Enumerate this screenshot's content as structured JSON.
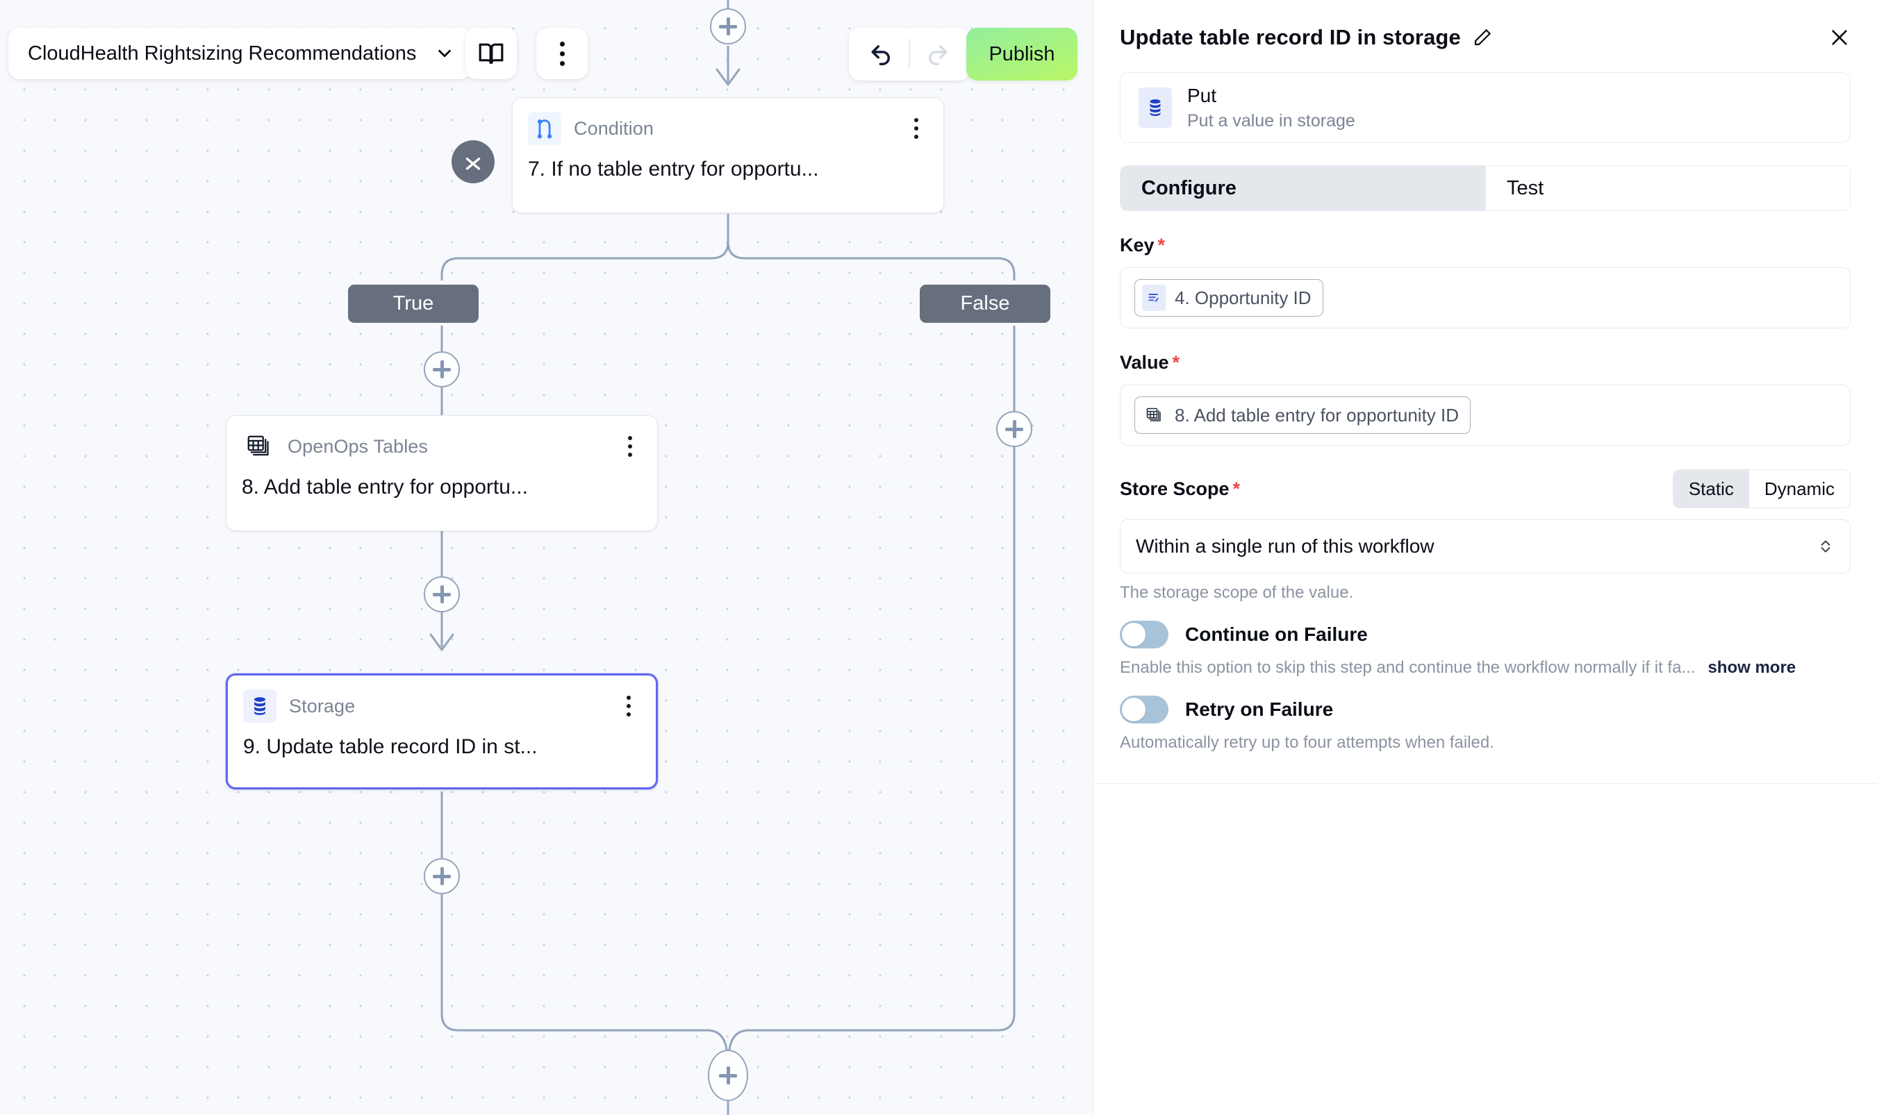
{
  "toolbar": {
    "workflow_name": "CloudHealth Rightsizing Recommendations",
    "chevron_icon": "chevron-down-icon",
    "docs_icon": "book-icon",
    "more_icon": "more-vertical-icon",
    "undo_icon": "undo-arrow-icon",
    "redo_icon": "redo-arrow-icon",
    "publish_label": "Publish",
    "publish_color": "#b2f468"
  },
  "canvas": {
    "collapse_icon": "collapse-chevrons-icon",
    "add_step_icon": "plus-icon",
    "nodes": [
      {
        "id": "condition",
        "type": "Condition",
        "title": "7. If no table entry for opportu...",
        "icon": "branch-condition-icon",
        "selected": false
      },
      {
        "id": "openops-tables",
        "type": "OpenOps Tables",
        "title": "8. Add table entry for opportu...",
        "icon": "table-stack-icon",
        "selected": false
      },
      {
        "id": "storage",
        "type": "Storage",
        "title": "9. Update table record ID in st...",
        "icon": "database-icon",
        "selected": true
      }
    ],
    "branches": [
      {
        "label": "True"
      },
      {
        "label": "False"
      }
    ]
  },
  "panel": {
    "title": "Update table record ID in storage",
    "edit_icon": "pencil-icon",
    "close_icon": "close-icon",
    "step": {
      "name": "Put",
      "description": "Put a value in storage",
      "icon": "database-icon"
    },
    "tabs": [
      {
        "label": "Configure",
        "active": true
      },
      {
        "label": "Test",
        "active": false
      }
    ],
    "fields": {
      "key": {
        "label": "Key",
        "required": "*",
        "chip_text": "4. Opportunity ID",
        "chip_icon": "text-lines-icon"
      },
      "value": {
        "label": "Value",
        "required": "*",
        "chip_text": "8. Add table entry for opportunity ID",
        "chip_icon": "table-stack-icon"
      },
      "store_scope": {
        "label": "Store Scope",
        "required": "*",
        "segments": [
          {
            "label": "Static",
            "active": true
          },
          {
            "label": "Dynamic",
            "active": false
          }
        ],
        "selected_option": "Within a single run of this workflow",
        "chevron_icon": "chevron-up-down-icon",
        "help": "The storage scope of the value."
      },
      "continue_on_failure": {
        "label": "Continue on Failure",
        "enabled": false,
        "help": "Enable this option to skip this step and continue the workflow normally if it fa...",
        "show_more": "show more"
      },
      "retry_on_failure": {
        "label": "Retry on Failure",
        "enabled": false,
        "help": "Automatically retry up to four attempts when failed."
      }
    }
  }
}
